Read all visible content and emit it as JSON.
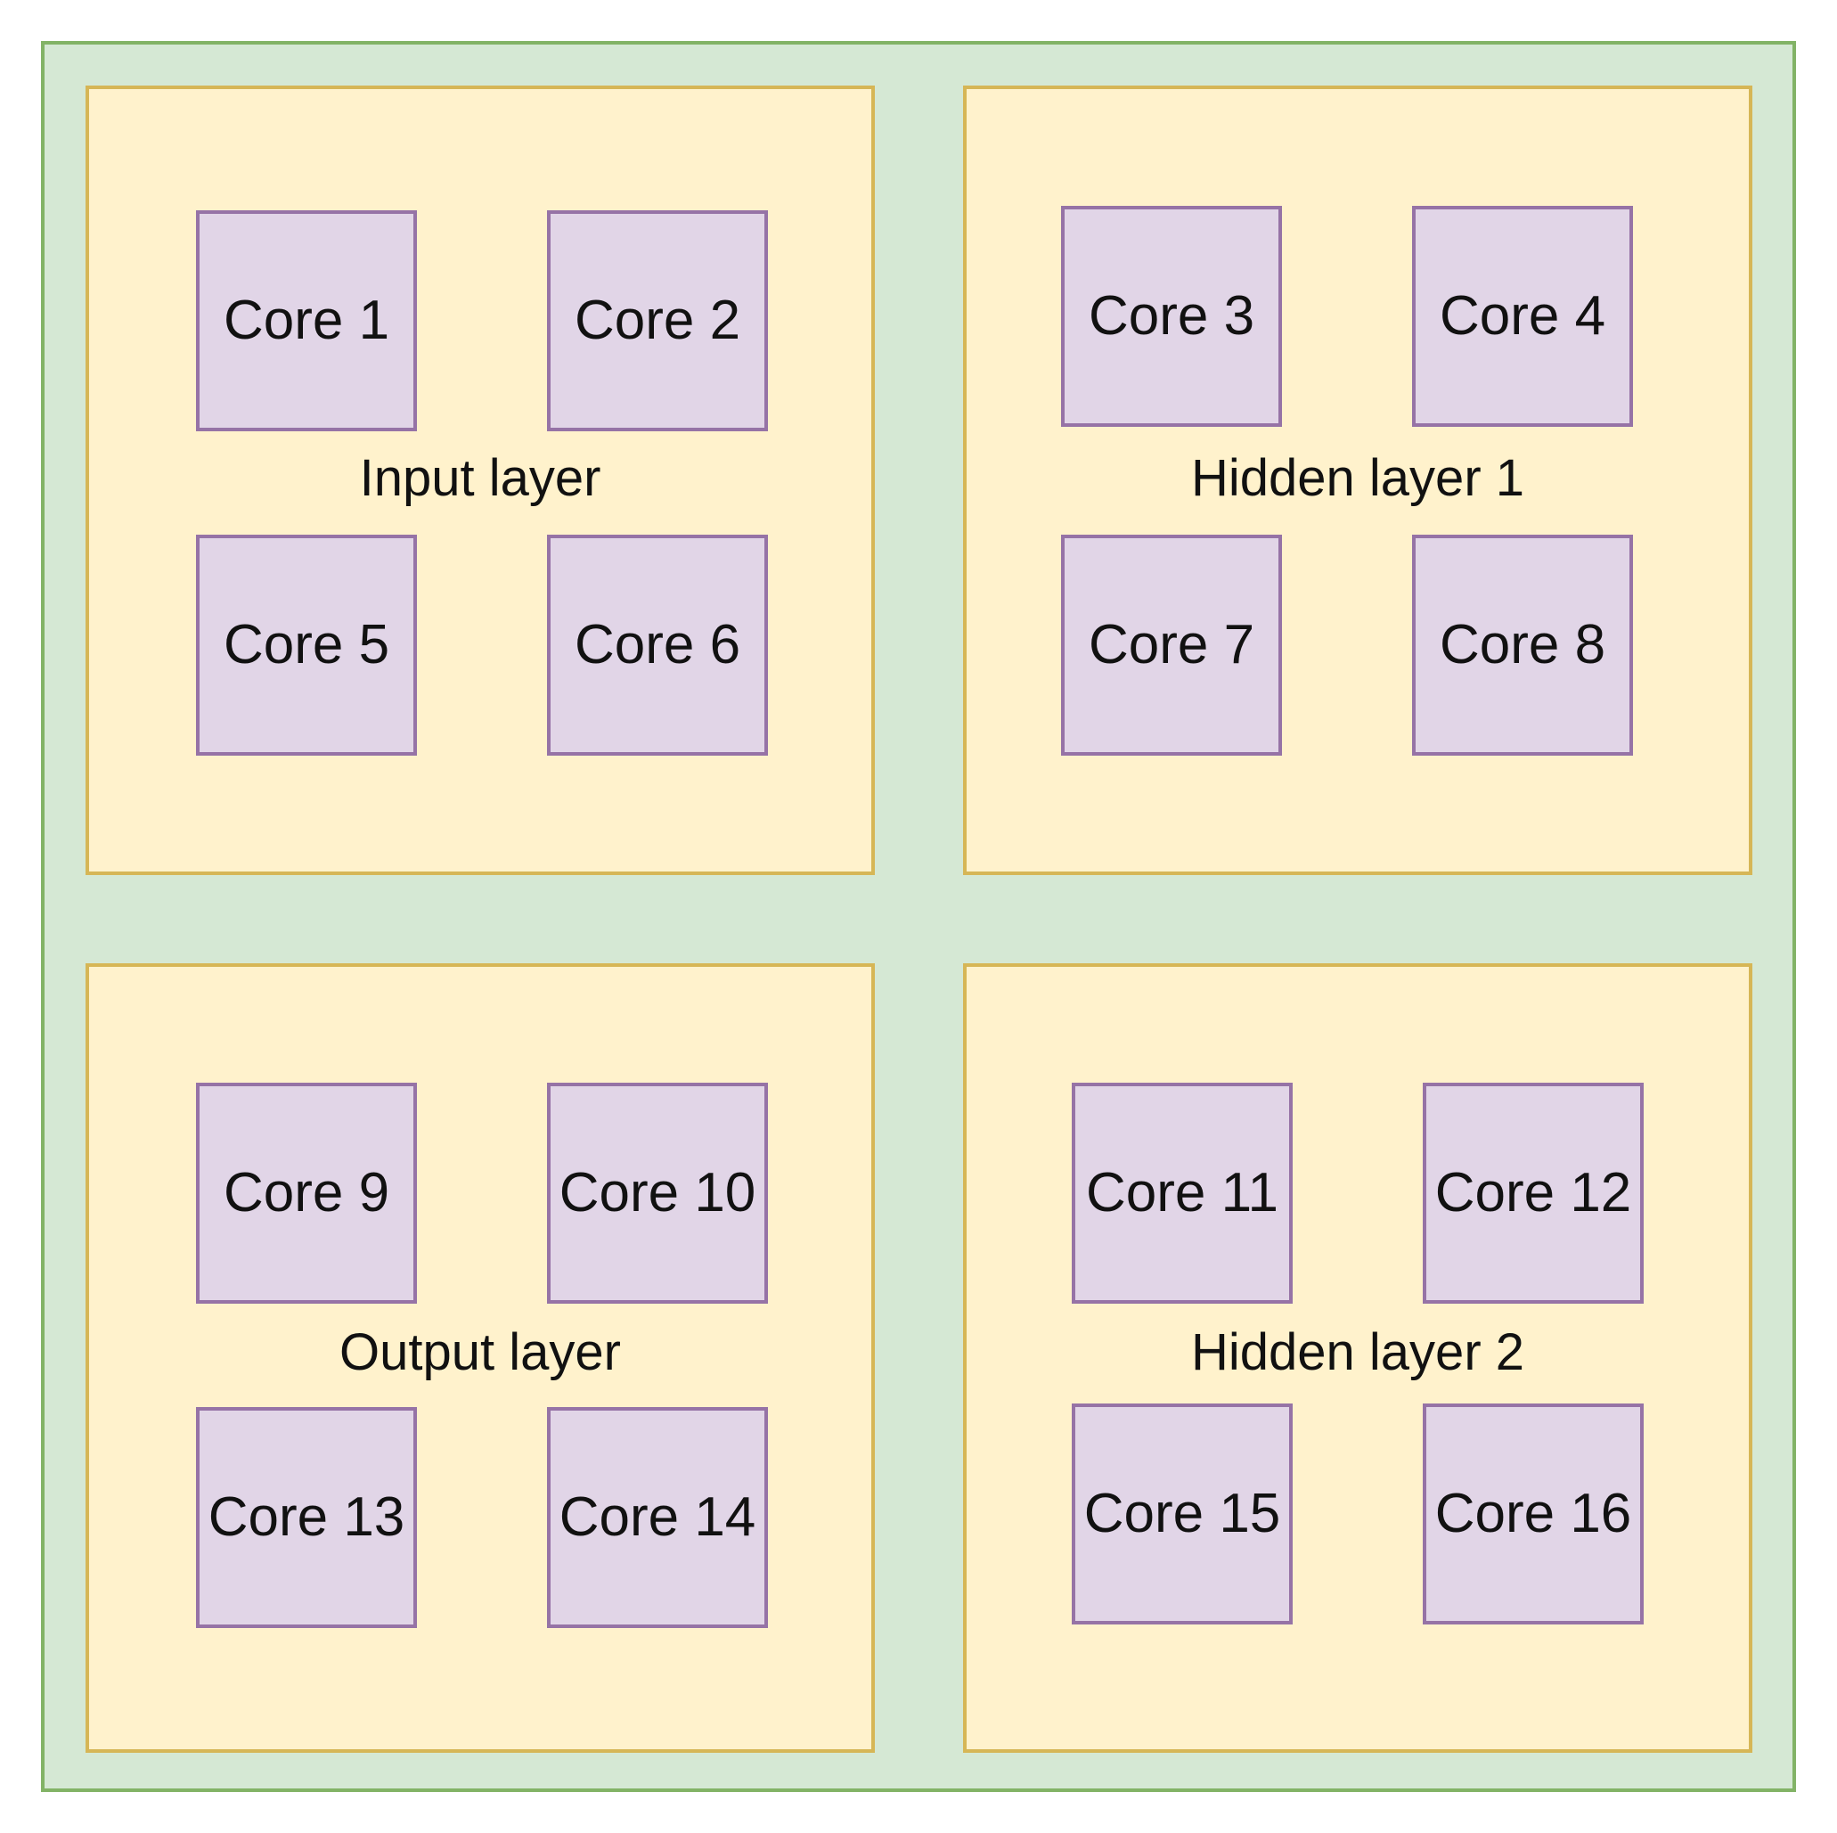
{
  "colors": {
    "container_fill": "#d5e8d4",
    "container_border": "#82b366",
    "layer_fill": "#fff2cc",
    "layer_border": "#d6b656",
    "core_fill": "#e1d5e7",
    "core_border": "#9673a6"
  },
  "layers": [
    {
      "label": "Input layer",
      "cores": [
        "Core 1",
        "Core 2",
        "Core 5",
        "Core 6"
      ]
    },
    {
      "label": "Hidden layer 1",
      "cores": [
        "Core 3",
        "Core 4",
        "Core 7",
        "Core 8"
      ]
    },
    {
      "label": "Output layer",
      "cores": [
        "Core 9",
        "Core 10",
        "Core 13",
        "Core 14"
      ]
    },
    {
      "label": "Hidden layer 2",
      "cores": [
        "Core 11",
        "Core 12",
        "Core 15",
        "Core 16"
      ]
    }
  ]
}
